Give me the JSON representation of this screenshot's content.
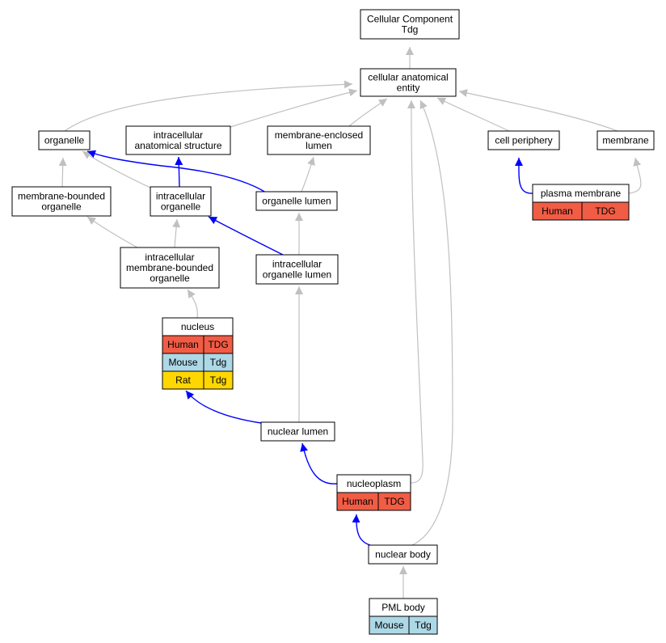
{
  "colors": {
    "edge_is_a": "#c0c0c0",
    "edge_part_of": "#0000ff",
    "node_fill": "#ffffff",
    "node_border": "#000000",
    "species_Human": "#f15c45",
    "species_Mouse": "#add8e6",
    "species_Rat": "#ffd700"
  },
  "legend_types": {
    "gray_edge": "is_a",
    "blue_edge": "part_of"
  },
  "nodes": {
    "root": {
      "lines": [
        "Cellular Component",
        "Tdg"
      ]
    },
    "cellular_anatomical_entity": {
      "lines": [
        "cellular anatomical",
        "entity"
      ]
    },
    "organelle": {
      "lines": [
        "organelle"
      ]
    },
    "intracellular_anatomical_structure": {
      "lines": [
        "intracellular",
        "anatomical structure"
      ]
    },
    "membrane_enclosed_lumen": {
      "lines": [
        "membrane-enclosed",
        "lumen"
      ]
    },
    "cell_periphery": {
      "lines": [
        "cell periphery"
      ]
    },
    "membrane": {
      "lines": [
        "membrane"
      ]
    },
    "membrane_bounded_organelle": {
      "lines": [
        "membrane-bounded",
        "organelle"
      ]
    },
    "intracellular_organelle": {
      "lines": [
        "intracellular",
        "organelle"
      ]
    },
    "organelle_lumen": {
      "lines": [
        "organelle lumen"
      ]
    },
    "plasma_membrane": {
      "lines": [
        "plasma membrane"
      ],
      "annotations": [
        {
          "species": "Human",
          "gene": "TDG"
        }
      ]
    },
    "intracellular_membrane_bounded_organelle": {
      "lines": [
        "intracellular",
        "membrane-bounded",
        "organelle"
      ]
    },
    "intracellular_organelle_lumen": {
      "lines": [
        "intracellular",
        "organelle lumen"
      ]
    },
    "nucleus": {
      "lines": [
        "nucleus"
      ],
      "annotations": [
        {
          "species": "Human",
          "gene": "TDG"
        },
        {
          "species": "Mouse",
          "gene": "Tdg"
        },
        {
          "species": "Rat",
          "gene": "Tdg"
        }
      ]
    },
    "nuclear_lumen": {
      "lines": [
        "nuclear lumen"
      ]
    },
    "nucleoplasm": {
      "lines": [
        "nucleoplasm"
      ],
      "annotations": [
        {
          "species": "Human",
          "gene": "TDG"
        }
      ]
    },
    "nuclear_body": {
      "lines": [
        "nuclear body"
      ]
    },
    "pml_body": {
      "lines": [
        "PML body"
      ],
      "annotations": [
        {
          "species": "Mouse",
          "gene": "Tdg"
        }
      ]
    }
  },
  "edges": [
    {
      "from": "cellular_anatomical_entity",
      "to": "root",
      "type": "is_a"
    },
    {
      "from": "organelle",
      "to": "cellular_anatomical_entity",
      "type": "is_a"
    },
    {
      "from": "intracellular_anatomical_structure",
      "to": "cellular_anatomical_entity",
      "type": "is_a"
    },
    {
      "from": "membrane_enclosed_lumen",
      "to": "cellular_anatomical_entity",
      "type": "is_a"
    },
    {
      "from": "cell_periphery",
      "to": "cellular_anatomical_entity",
      "type": "is_a"
    },
    {
      "from": "membrane",
      "to": "cellular_anatomical_entity",
      "type": "is_a"
    },
    {
      "from": "nucleoplasm",
      "to": "cellular_anatomical_entity",
      "type": "is_a"
    },
    {
      "from": "nuclear_body",
      "to": "cellular_anatomical_entity",
      "type": "is_a"
    },
    {
      "from": "membrane_bounded_organelle",
      "to": "organelle",
      "type": "is_a"
    },
    {
      "from": "intracellular_organelle",
      "to": "organelle",
      "type": "is_a"
    },
    {
      "from": "organelle_lumen",
      "to": "organelle",
      "type": "part_of"
    },
    {
      "from": "intracellular_organelle",
      "to": "intracellular_anatomical_structure",
      "type": "part_of"
    },
    {
      "from": "organelle_lumen",
      "to": "membrane_enclosed_lumen",
      "type": "is_a"
    },
    {
      "from": "plasma_membrane",
      "to": "cell_periphery",
      "type": "part_of"
    },
    {
      "from": "plasma_membrane",
      "to": "membrane",
      "type": "is_a"
    },
    {
      "from": "intracellular_membrane_bounded_organelle",
      "to": "membrane_bounded_organelle",
      "type": "is_a"
    },
    {
      "from": "intracellular_membrane_bounded_organelle",
      "to": "intracellular_organelle",
      "type": "is_a"
    },
    {
      "from": "intracellular_organelle_lumen",
      "to": "intracellular_organelle",
      "type": "part_of"
    },
    {
      "from": "intracellular_organelle_lumen",
      "to": "organelle_lumen",
      "type": "is_a"
    },
    {
      "from": "nucleus",
      "to": "intracellular_membrane_bounded_organelle",
      "type": "is_a"
    },
    {
      "from": "nuclear_lumen",
      "to": "nucleus",
      "type": "part_of"
    },
    {
      "from": "nuclear_lumen",
      "to": "intracellular_organelle_lumen",
      "type": "is_a"
    },
    {
      "from": "nucleoplasm",
      "to": "nuclear_lumen",
      "type": "part_of"
    },
    {
      "from": "nuclear_body",
      "to": "nucleoplasm",
      "type": "part_of"
    },
    {
      "from": "pml_body",
      "to": "nuclear_body",
      "type": "is_a"
    }
  ]
}
